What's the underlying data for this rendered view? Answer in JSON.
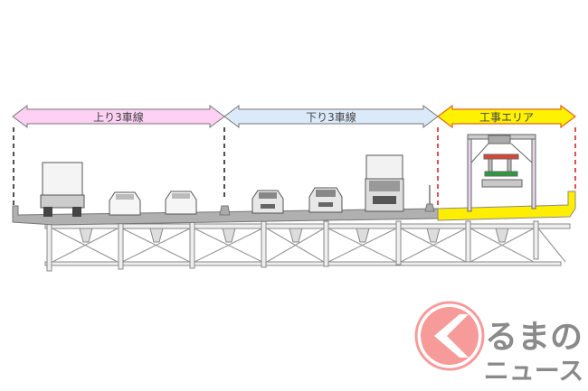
{
  "diagram": {
    "sections": [
      {
        "label": "上り3車線",
        "color": "#fdd0f4"
      },
      {
        "label": "下り3車線",
        "color": "#dbeafa"
      },
      {
        "label": "工事エリア",
        "color": "#fff200"
      }
    ],
    "construction_color": "#ffee00"
  },
  "logo": {
    "line1": "るまの",
    "line2": "ニュース",
    "accent": "#f79a9a"
  }
}
